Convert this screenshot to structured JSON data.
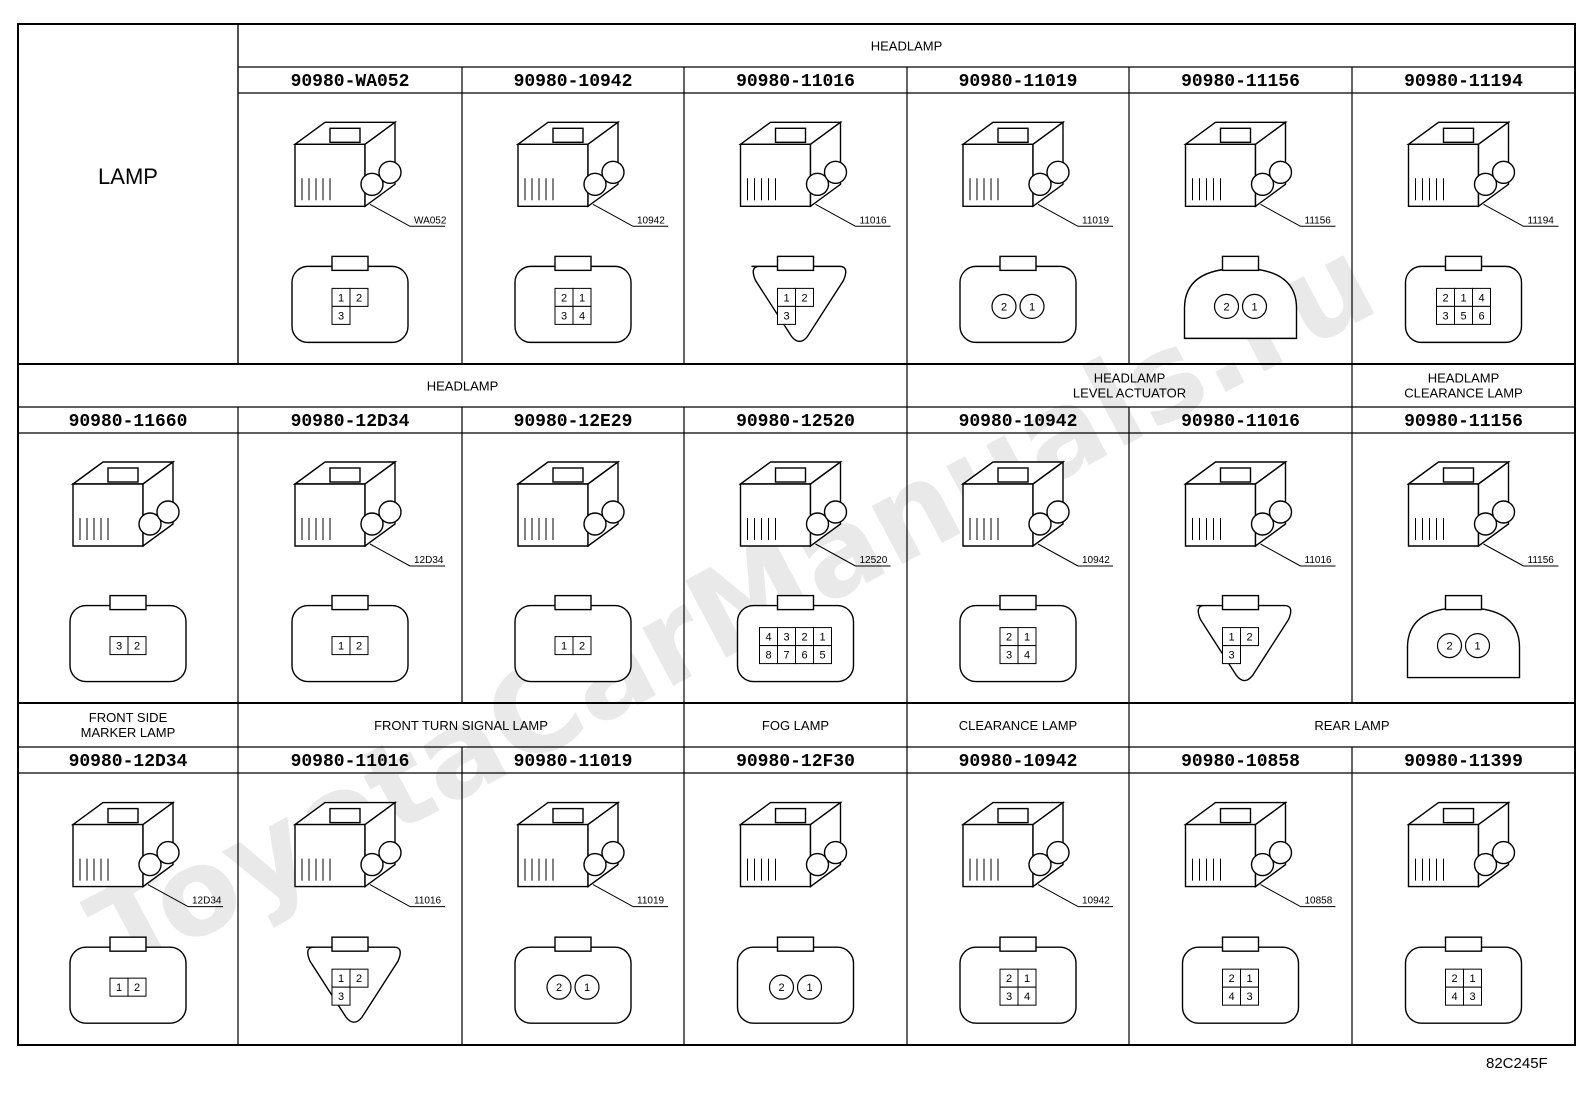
{
  "lamp_header": "LAMP",
  "watermark": "ToyotaCarManuals.ru",
  "reference_code": "82C245F",
  "rows": [
    {
      "groups": [
        {
          "label": "HEADLAMP",
          "from": 1,
          "to": 6
        }
      ],
      "parts": [
        "90980-WA052",
        "90980-10942",
        "90980-11016",
        "90980-11019",
        "90980-11156",
        "90980-11194"
      ],
      "cells": [
        {
          "tag": "WA052",
          "style": "latch",
          "pins": [
            "1",
            "2",
            "3"
          ]
        },
        {
          "tag": "10942",
          "style": "box",
          "pins": [
            "2",
            "1",
            "3",
            "4"
          ]
        },
        {
          "tag": "11016",
          "style": "tri",
          "pins": [
            "1",
            "2",
            "3"
          ]
        },
        {
          "tag": "11019",
          "style": "small",
          "pins": [
            "2",
            "1"
          ]
        },
        {
          "tag": "11156",
          "style": "round",
          "pins": [
            "2",
            "1"
          ]
        },
        {
          "tag": "11194",
          "style": "multi",
          "pins": [
            "2",
            "1",
            "4",
            "3",
            "5",
            "6"
          ]
        }
      ]
    },
    {
      "groups": [
        {
          "label": "HEADLAMP",
          "from": 0,
          "to": 3
        },
        {
          "label": "HEADLAMP\nLEVEL ACTUATOR",
          "from": 4,
          "to": 5
        },
        {
          "label": "HEADLAMP\nCLEARANCE LAMP",
          "from": 6,
          "to": 6
        }
      ],
      "parts": [
        "90980-11660",
        "90980-12D34",
        "90980-12E29",
        "90980-12520",
        "90980-10942",
        "90980-11016",
        "90980-11156"
      ],
      "cells": [
        {
          "tag": "",
          "style": "clip",
          "pins": [
            "3",
            "2"
          ]
        },
        {
          "tag": "12D34",
          "style": "oval",
          "pins": [
            "1",
            "2"
          ]
        },
        {
          "tag": "",
          "style": "latch",
          "pins": [
            "1",
            "2"
          ]
        },
        {
          "tag": "12520",
          "style": "multi",
          "pins": [
            "4",
            "3",
            "2",
            "1",
            "8",
            "7",
            "6",
            "5"
          ]
        },
        {
          "tag": "10942",
          "style": "box",
          "pins": [
            "2",
            "1",
            "3",
            "4"
          ]
        },
        {
          "tag": "11016",
          "style": "tri",
          "pins": [
            "1",
            "2",
            "3"
          ]
        },
        {
          "tag": "11156",
          "style": "round",
          "pins": [
            "2",
            "1"
          ]
        }
      ]
    },
    {
      "groups": [
        {
          "label": "FRONT SIDE\nMARKER LAMP",
          "from": 0,
          "to": 0
        },
        {
          "label": "FRONT TURN SIGNAL LAMP",
          "from": 1,
          "to": 2
        },
        {
          "label": "FOG LAMP",
          "from": 3,
          "to": 3
        },
        {
          "label": "CLEARANCE LAMP",
          "from": 4,
          "to": 4
        },
        {
          "label": "REAR LAMP",
          "from": 5,
          "to": 6
        }
      ],
      "parts": [
        "90980-12D34",
        "90980-11016",
        "90980-11019",
        "90980-12F30",
        "90980-10942",
        "90980-10858",
        "90980-11399"
      ],
      "cells": [
        {
          "tag": "12D34",
          "style": "oval",
          "pins": [
            "1",
            "2"
          ]
        },
        {
          "tag": "11016",
          "style": "tri",
          "pins": [
            "1",
            "2",
            "3"
          ]
        },
        {
          "tag": "11019",
          "style": "small",
          "pins": [
            "2",
            "1"
          ]
        },
        {
          "tag": "",
          "style": "small",
          "pins": [
            "2",
            "1"
          ]
        },
        {
          "tag": "10942",
          "style": "box",
          "pins": [
            "2",
            "1",
            "3",
            "4"
          ]
        },
        {
          "tag": "10858",
          "style": "rear",
          "pins": [
            "2",
            "1",
            "4",
            "3"
          ]
        },
        {
          "tag": "",
          "style": "rear",
          "pins": [
            "2",
            "1",
            "4",
            "3"
          ]
        }
      ]
    }
  ]
}
